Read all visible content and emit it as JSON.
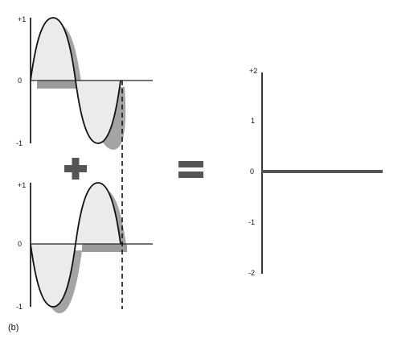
{
  "diagram": {
    "wave_a": {
      "ticks": {
        "top": "+1",
        "zero": "0",
        "bottom": "-1"
      },
      "starts_with": "positive",
      "amplitude": 1
    },
    "wave_b": {
      "ticks": {
        "top": "+1",
        "zero": "0",
        "bottom": "-1"
      },
      "starts_with": "negative",
      "amplitude": 1
    },
    "plus_symbol": "+",
    "equals_symbol": "=",
    "result": {
      "ticks": {
        "top": "+2",
        "one": "1",
        "zero": "0",
        "minus_one": "-1",
        "bottom": "-2"
      },
      "value": 0
    },
    "panel_label": "(b)",
    "colors": {
      "wave_fill": "#ebebeb",
      "wave_stroke": "#111111",
      "shadow": "#9a9a9a",
      "axis": "#222222",
      "result_line": "#555555",
      "symbol": "#555555"
    }
  }
}
